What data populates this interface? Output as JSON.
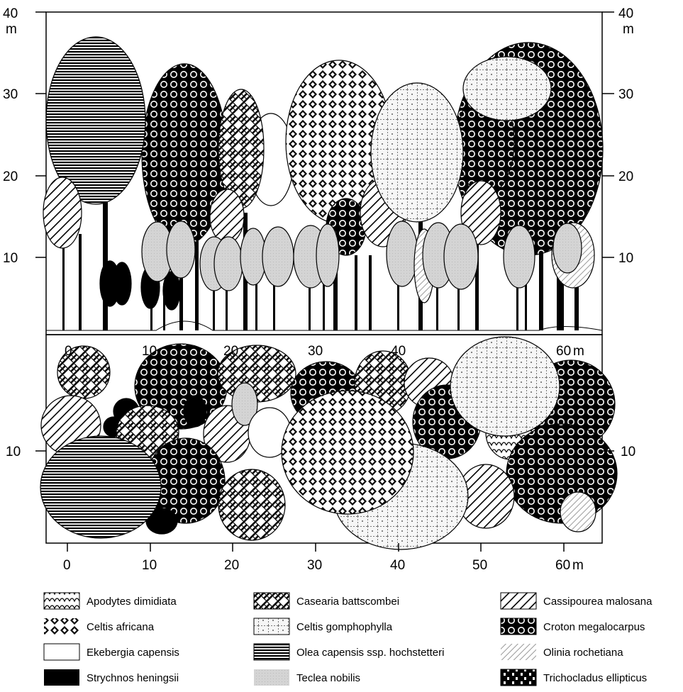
{
  "profile_view": {
    "y_axis_left": {
      "ticks": [
        "40",
        "30",
        "20",
        "10"
      ],
      "unit": "m"
    },
    "y_axis_right": {
      "ticks": [
        "40",
        "30",
        "20",
        "10"
      ],
      "unit": "m"
    }
  },
  "plan_view": {
    "x_axis_top": {
      "ticks": [
        "0",
        "10",
        "20",
        "30",
        "40",
        "60"
      ],
      "unit": "m"
    },
    "x_axis_bottom": {
      "ticks": [
        "0",
        "10",
        "20",
        "30",
        "40",
        "50",
        "60"
      ],
      "unit": "m"
    },
    "y_axis_left": {
      "ticks": [
        "10"
      ]
    },
    "y_axis_right": {
      "ticks": [
        "10"
      ]
    }
  },
  "legend": [
    {
      "key": "apodytes",
      "label": "Apodytes dimidiata"
    },
    {
      "key": "casearia",
      "label": "Casearia battscombei"
    },
    {
      "key": "cassipourea",
      "label": "Cassipourea malosana"
    },
    {
      "key": "celtis_africana",
      "label": "Celtis africana"
    },
    {
      "key": "celtis_gomphophylla",
      "label": "Celtis gomphophylla"
    },
    {
      "key": "croton",
      "label": "Croton megalocarpus"
    },
    {
      "key": "ekebergia",
      "label": "Ekebergia capensis"
    },
    {
      "key": "olea",
      "label": "Olea capensis ssp. hochstetteri"
    },
    {
      "key": "olinia",
      "label": "Olinia rochetiana"
    },
    {
      "key": "strychnos",
      "label": "Strychnos heningsii"
    },
    {
      "key": "teclea",
      "label": "Teclea nobilis"
    },
    {
      "key": "trichocladus",
      "label": "Trichocladus ellipticus"
    }
  ]
}
